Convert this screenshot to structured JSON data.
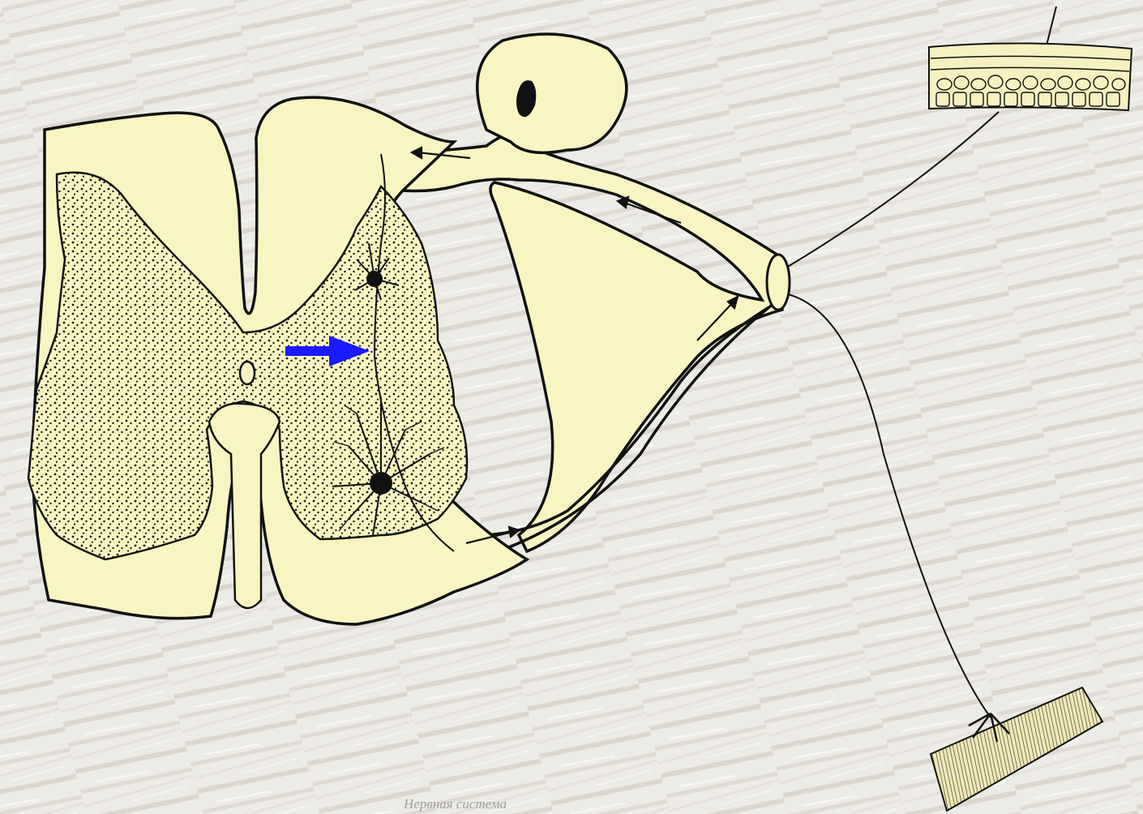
{
  "slide": {
    "caption": "Нервная система"
  },
  "colors": {
    "background_rock": "#e6e3da",
    "rock_shadow": "#c9c5bb",
    "tissue_fill": "#f8f5c2",
    "grey_matter_dots": "#1a1a1a",
    "outline": "#111111",
    "pointer_arrow": "#1a1aff"
  },
  "diagram": {
    "icons": [
      "spinal-cord-cross-section",
      "spinal-ganglion",
      "sensory-neuron-body",
      "interneuron",
      "motor-neuron",
      "skin-receptor",
      "muscle-effector",
      "pointer-arrow"
    ]
  }
}
